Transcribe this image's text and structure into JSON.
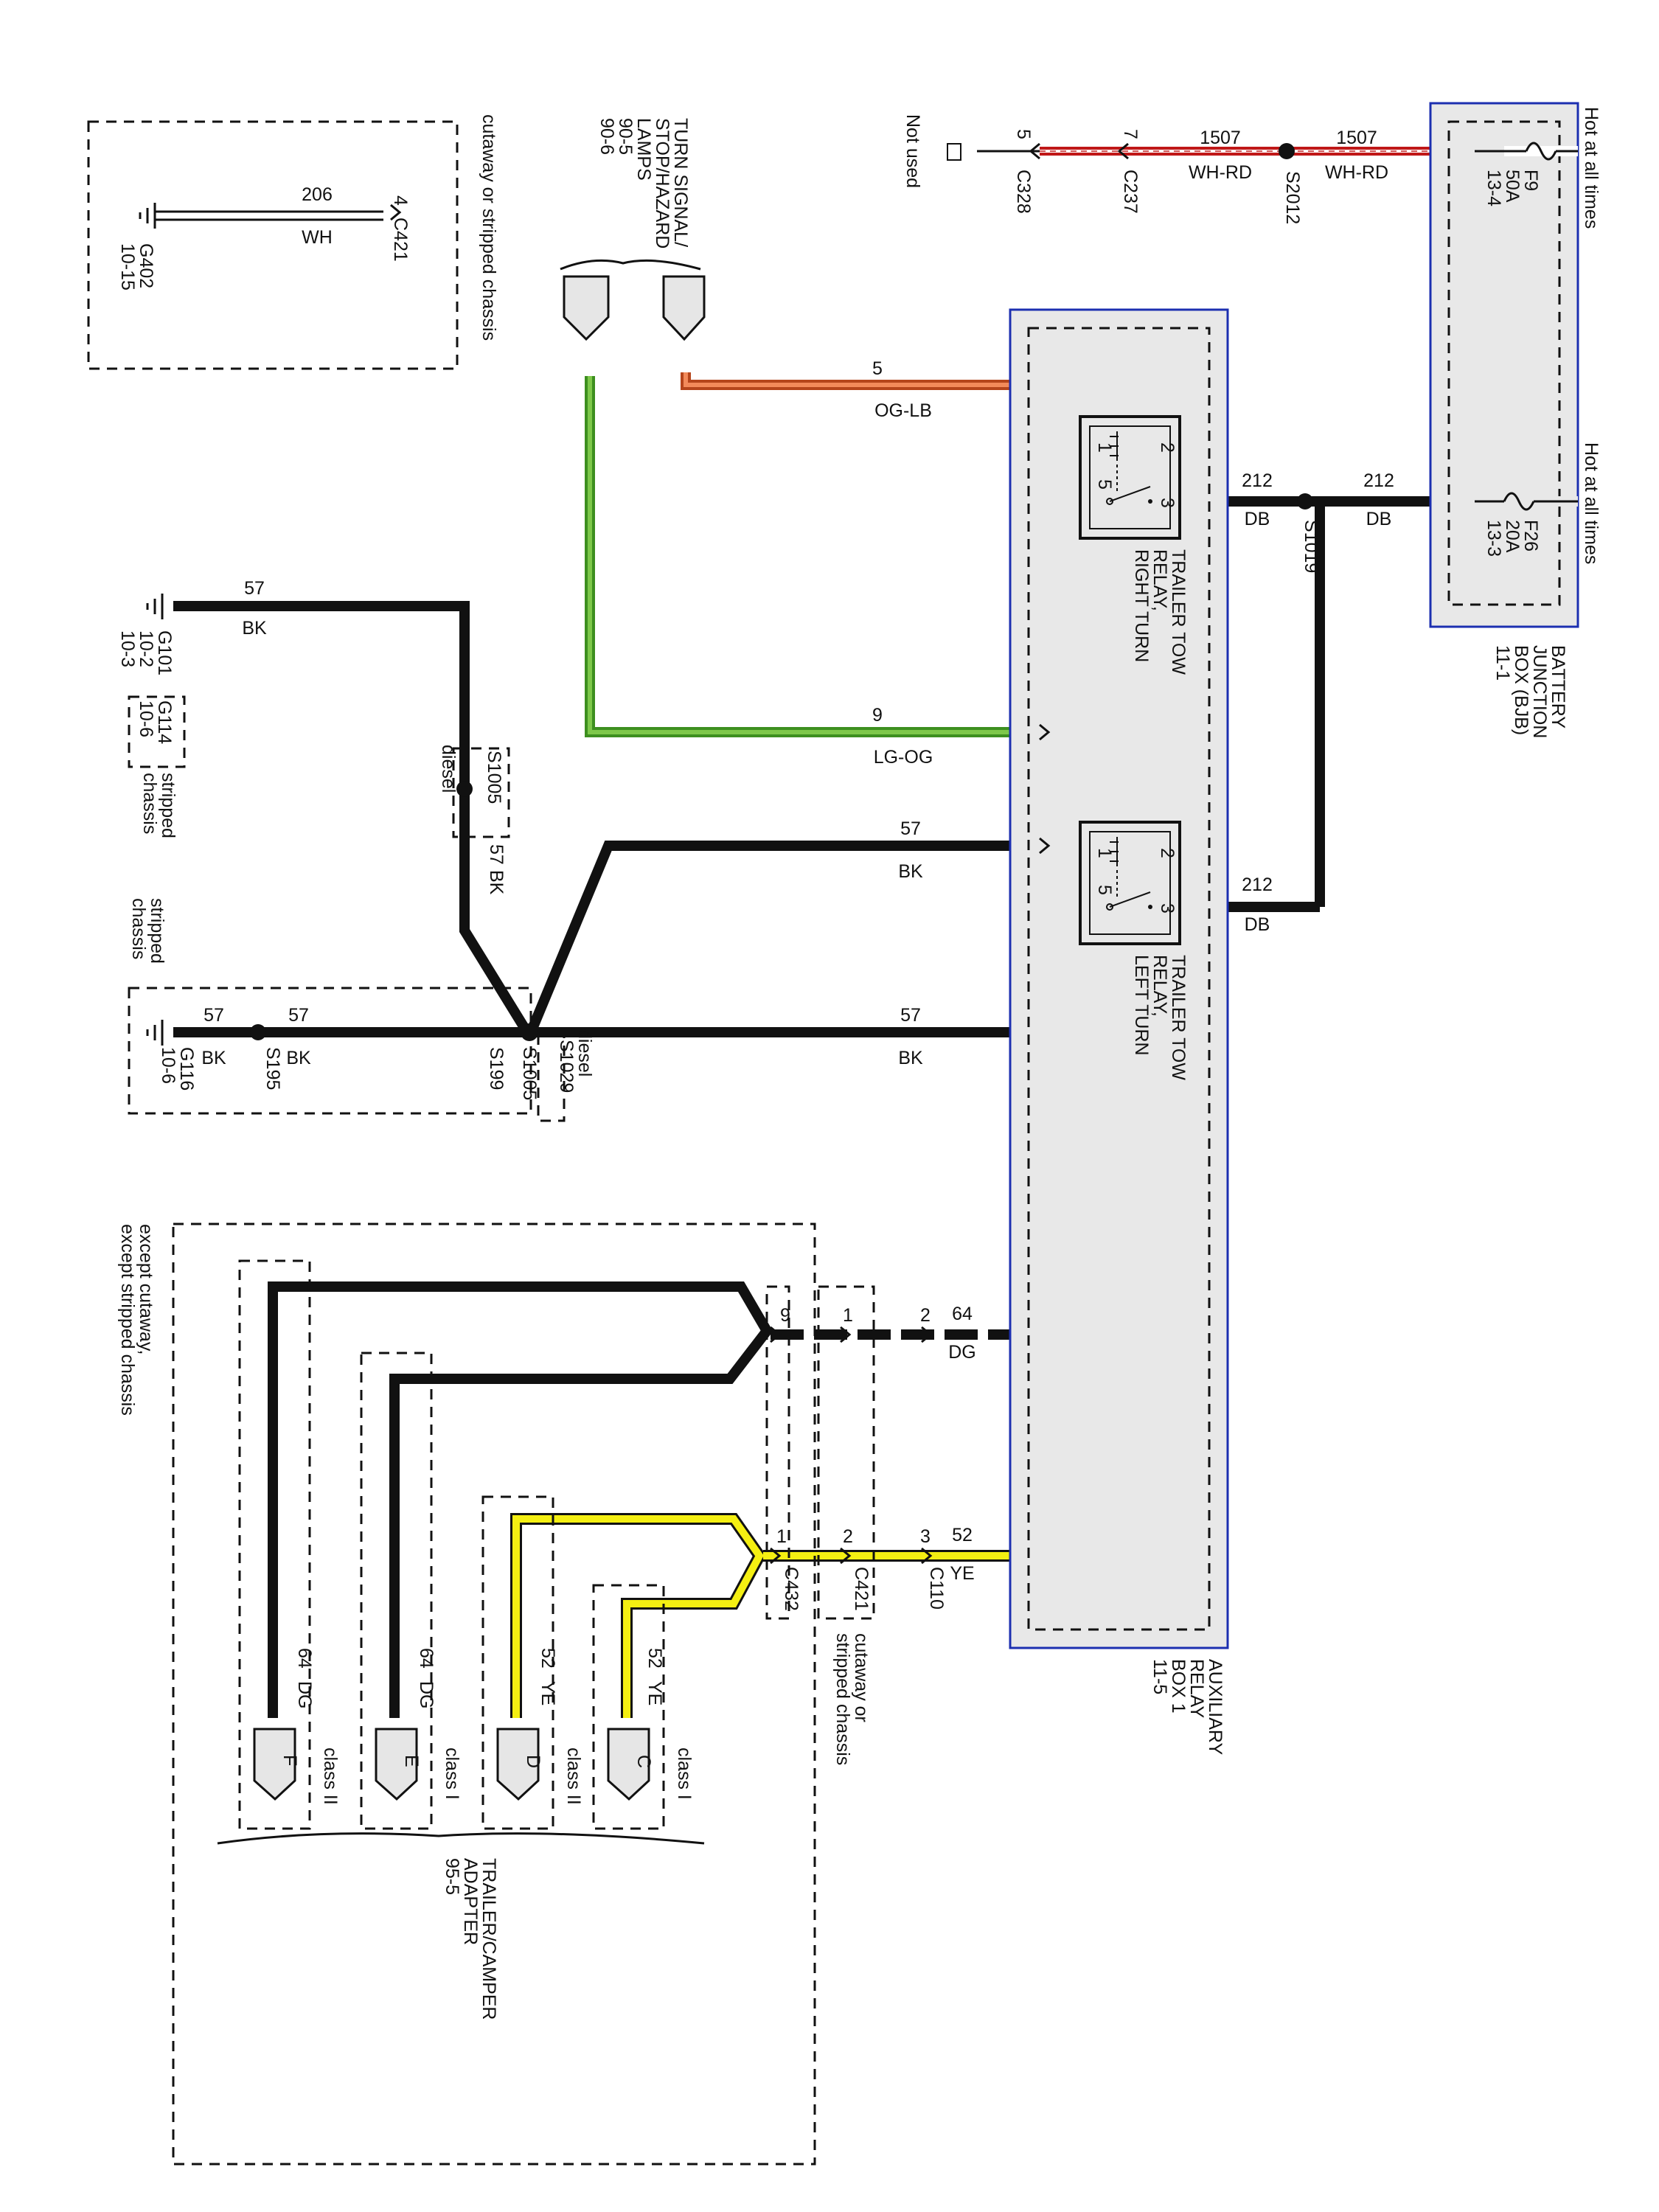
{
  "colors": {
    "bk": "#111111",
    "og_lb_outer": "#b5451b",
    "og_lb_inner": "#f28a5a",
    "lg_og_outer": "#3d8f1f",
    "lg_og_inner": "#7ec84a",
    "ye": "#f4ef12",
    "wh_rd_outer": "#c01818",
    "wh_rd_inner": "#ffffff",
    "module_fill": "#e8e8e8",
    "module_border": "#1c2fb0"
  },
  "ground_g402": {
    "wire_no": "206",
    "wire_color": "WH",
    "pin": "4",
    "connector": "C421",
    "ground": "G402",
    "ref": "10-15",
    "note": "cutaway or stripped chassis"
  },
  "turn_signal": {
    "line1": "TURN SIGNAL/",
    "line2": "STOP/HAZARD",
    "line3": "LAMPS",
    "ref1": "90-5",
    "ref2": "90-6"
  },
  "not_used": {
    "label": "Not used",
    "pin_c328": "5",
    "c328": "C328",
    "pin_c237": "7",
    "c237": "C237",
    "wire_no_a": "1507",
    "wire_color_a": "WH-RD",
    "splice": "S2012",
    "wire_no_b": "1507",
    "wire_color_b": "WH-RD"
  },
  "bjb": {
    "hot_top": "Hot at all times",
    "f9": "F9",
    "f9_amp": "50A",
    "f9_ref": "13-4",
    "hot_bottom": "Hot at all times",
    "f26": "F26",
    "f26_amp": "20A",
    "f26_ref": "13-3",
    "name1": "BATTERY",
    "name2": "JUNCTION",
    "name3": "BOX (BJB)",
    "ref": "11-1"
  },
  "wires": {
    "w5": "5",
    "w5_color": "OG-LB",
    "w9": "9",
    "w9_color": "LG-OG",
    "w57_a": "57",
    "w57_a_color": "BK",
    "w57_b": "57",
    "w57_b_color": "BK",
    "w212_a": "212",
    "w212_a_color": "DB",
    "w212_b": "212",
    "w212_b_color": "DB",
    "w212_c": "212",
    "w212_c_color": "DB",
    "w64": "64",
    "w64_color": "DG",
    "w52": "52",
    "w52_color": "YE"
  },
  "s1019": "S1019",
  "relay_right": {
    "line1": "TRAILER TOW",
    "line2": "RELAY,",
    "line3": "RIGHT TURN",
    "p1": "1",
    "p2": "2",
    "p3": "3",
    "p5": "5"
  },
  "relay_left": {
    "line1": "TRAILER TOW",
    "line2": "RELAY,",
    "line3": "LEFT TURN",
    "p1": "1",
    "p2": "2",
    "p3": "3",
    "p5": "5"
  },
  "aux": {
    "line1": "AUXILIARY",
    "line2": "RELAY",
    "line3": "BOX 1",
    "ref": "11-5"
  },
  "g101": {
    "wire_no": "57",
    "wire_color": "BK",
    "ground": "G101",
    "ref1": "10-2",
    "ref2": "10-3",
    "alt_ground": "G114",
    "alt_ref": "10-6",
    "alt_note1": "stripped",
    "alt_note2": "chassis",
    "s1005": "S1005",
    "diesel": "diesel",
    "vert_no": "57",
    "vert_color": "BK"
  },
  "g116": {
    "note1": "stripped",
    "note2": "chassis",
    "ground": "G116",
    "ref": "10-6",
    "wire1_no": "57",
    "wire1_color": "BK",
    "splice": "S195",
    "wire2_no": "57",
    "wire2_color": "BK",
    "s199": "S199",
    "s1005": "S1005",
    "s1029": "S1029",
    "diesel": "diesel"
  },
  "connectors": {
    "p9": "9",
    "p1_c421": "1",
    "p2_c110": "2",
    "p1_c432": "1",
    "c432": "C432",
    "p2_c421": "2",
    "c421": "C421",
    "p3_c110": "3",
    "c110": "C110",
    "note1": "cutaway or",
    "note2": "stripped chassis"
  },
  "trailer": {
    "except1": "except cutaway,",
    "except2": "except stripped chassis",
    "f_no": "64",
    "f_color": "DG",
    "f": "F",
    "f_class": "class II",
    "e_no": "64",
    "e_color": "DG",
    "e": "E",
    "e_class": "class I",
    "d_no": "52",
    "d_color": "YE",
    "d": "D",
    "d_class": "class II",
    "c_no": "52",
    "c_color": "YE",
    "c": "C",
    "c_class": "class I",
    "name1": "TRAILER/CAMPER",
    "name2": "ADAPTER",
    "ref": "95-5"
  }
}
